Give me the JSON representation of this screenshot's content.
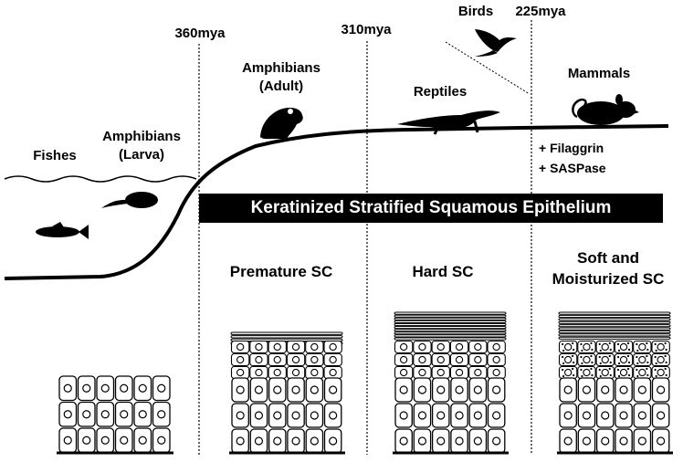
{
  "timeline": {
    "mya_360": "360mya",
    "mya_310": "310mya",
    "mya_225": "225mya"
  },
  "organisms": {
    "fishes": "Fishes",
    "amphibians_larva": [
      "Amphibians",
      "(Larva)"
    ],
    "amphibians_adult": [
      "Amphibians",
      "(Adult)"
    ],
    "reptiles": "Reptiles",
    "birds": "Birds",
    "mammals": "Mammals"
  },
  "banner": "Keratinized Stratified Squamous Epithelium",
  "gains": [
    "+ Filaggrin",
    "+ SASPase"
  ],
  "sc_types": {
    "premature": "Premature SC",
    "hard": "Hard SC",
    "soft": [
      "Soft and",
      "Moisturized SC"
    ]
  },
  "colors": {
    "ink": "#000000",
    "banner_text": "#ffffff",
    "background": "#ffffff"
  }
}
